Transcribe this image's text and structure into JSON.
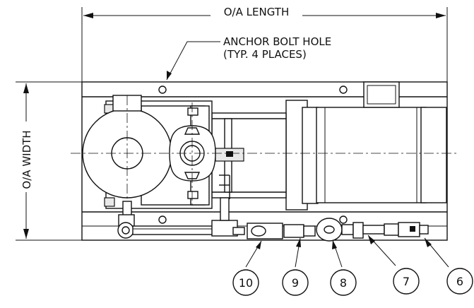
{
  "dimensions": {
    "length_label": "O/A LENGTH",
    "width_label": "O/A WIDTH"
  },
  "notes": {
    "anchor_line1": "ANCHOR BOLT HOLE",
    "anchor_line2": "(TYP. 4 PLACES)"
  },
  "balloons": [
    "10",
    "9",
    "8",
    "7",
    "6"
  ]
}
